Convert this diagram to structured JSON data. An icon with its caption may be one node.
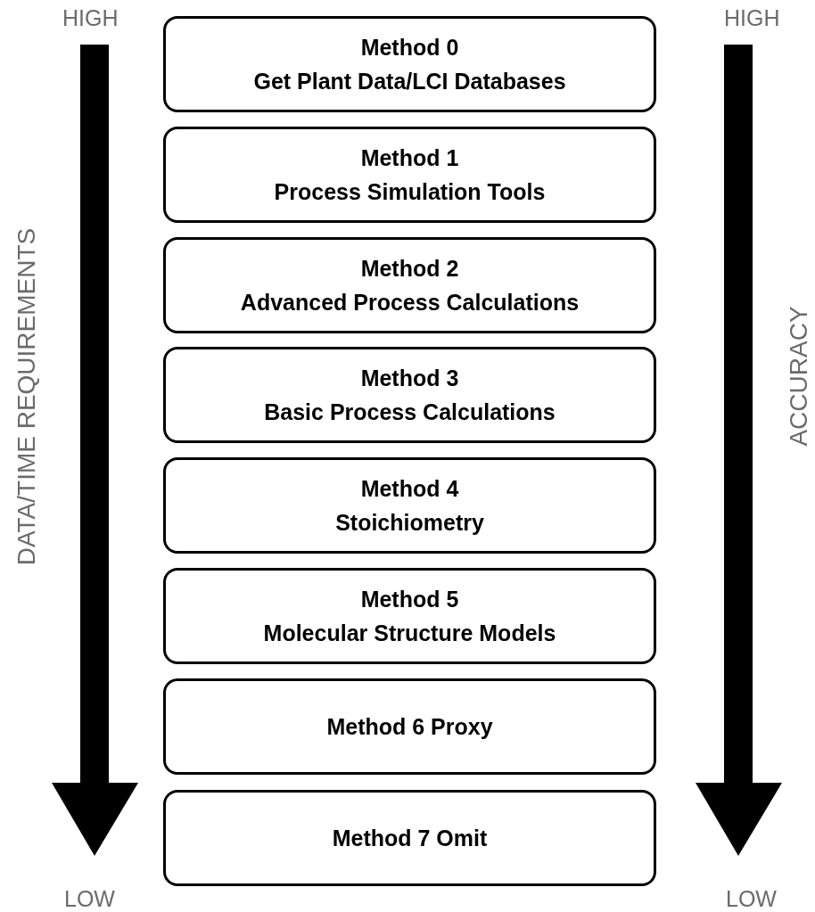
{
  "diagram": {
    "nodes": [
      {
        "text": [
          "Method 0",
          "Get Plant Data/LCI Databases"
        ]
      },
      {
        "text": [
          "Method 1",
          "Process Simulation Tools"
        ]
      },
      {
        "text": [
          "Method 2",
          "Advanced Process Calculations"
        ]
      },
      {
        "text": [
          "Method 3",
          "Basic Process Calculations"
        ]
      },
      {
        "text": [
          "Method 4",
          "Stoichiometry"
        ]
      },
      {
        "text": [
          "Method 5",
          "Molecular Structure Models"
        ]
      },
      {
        "text": [
          "Method 6 Proxy"
        ]
      },
      {
        "text": [
          "Method 7 Omit"
        ]
      }
    ],
    "edges": [],
    "labels": [
      "HIGH",
      "HIGH",
      "DATA/TIME REQUIREMENTS",
      "ACCURACY",
      "LOW",
      "LOW"
    ]
  }
}
